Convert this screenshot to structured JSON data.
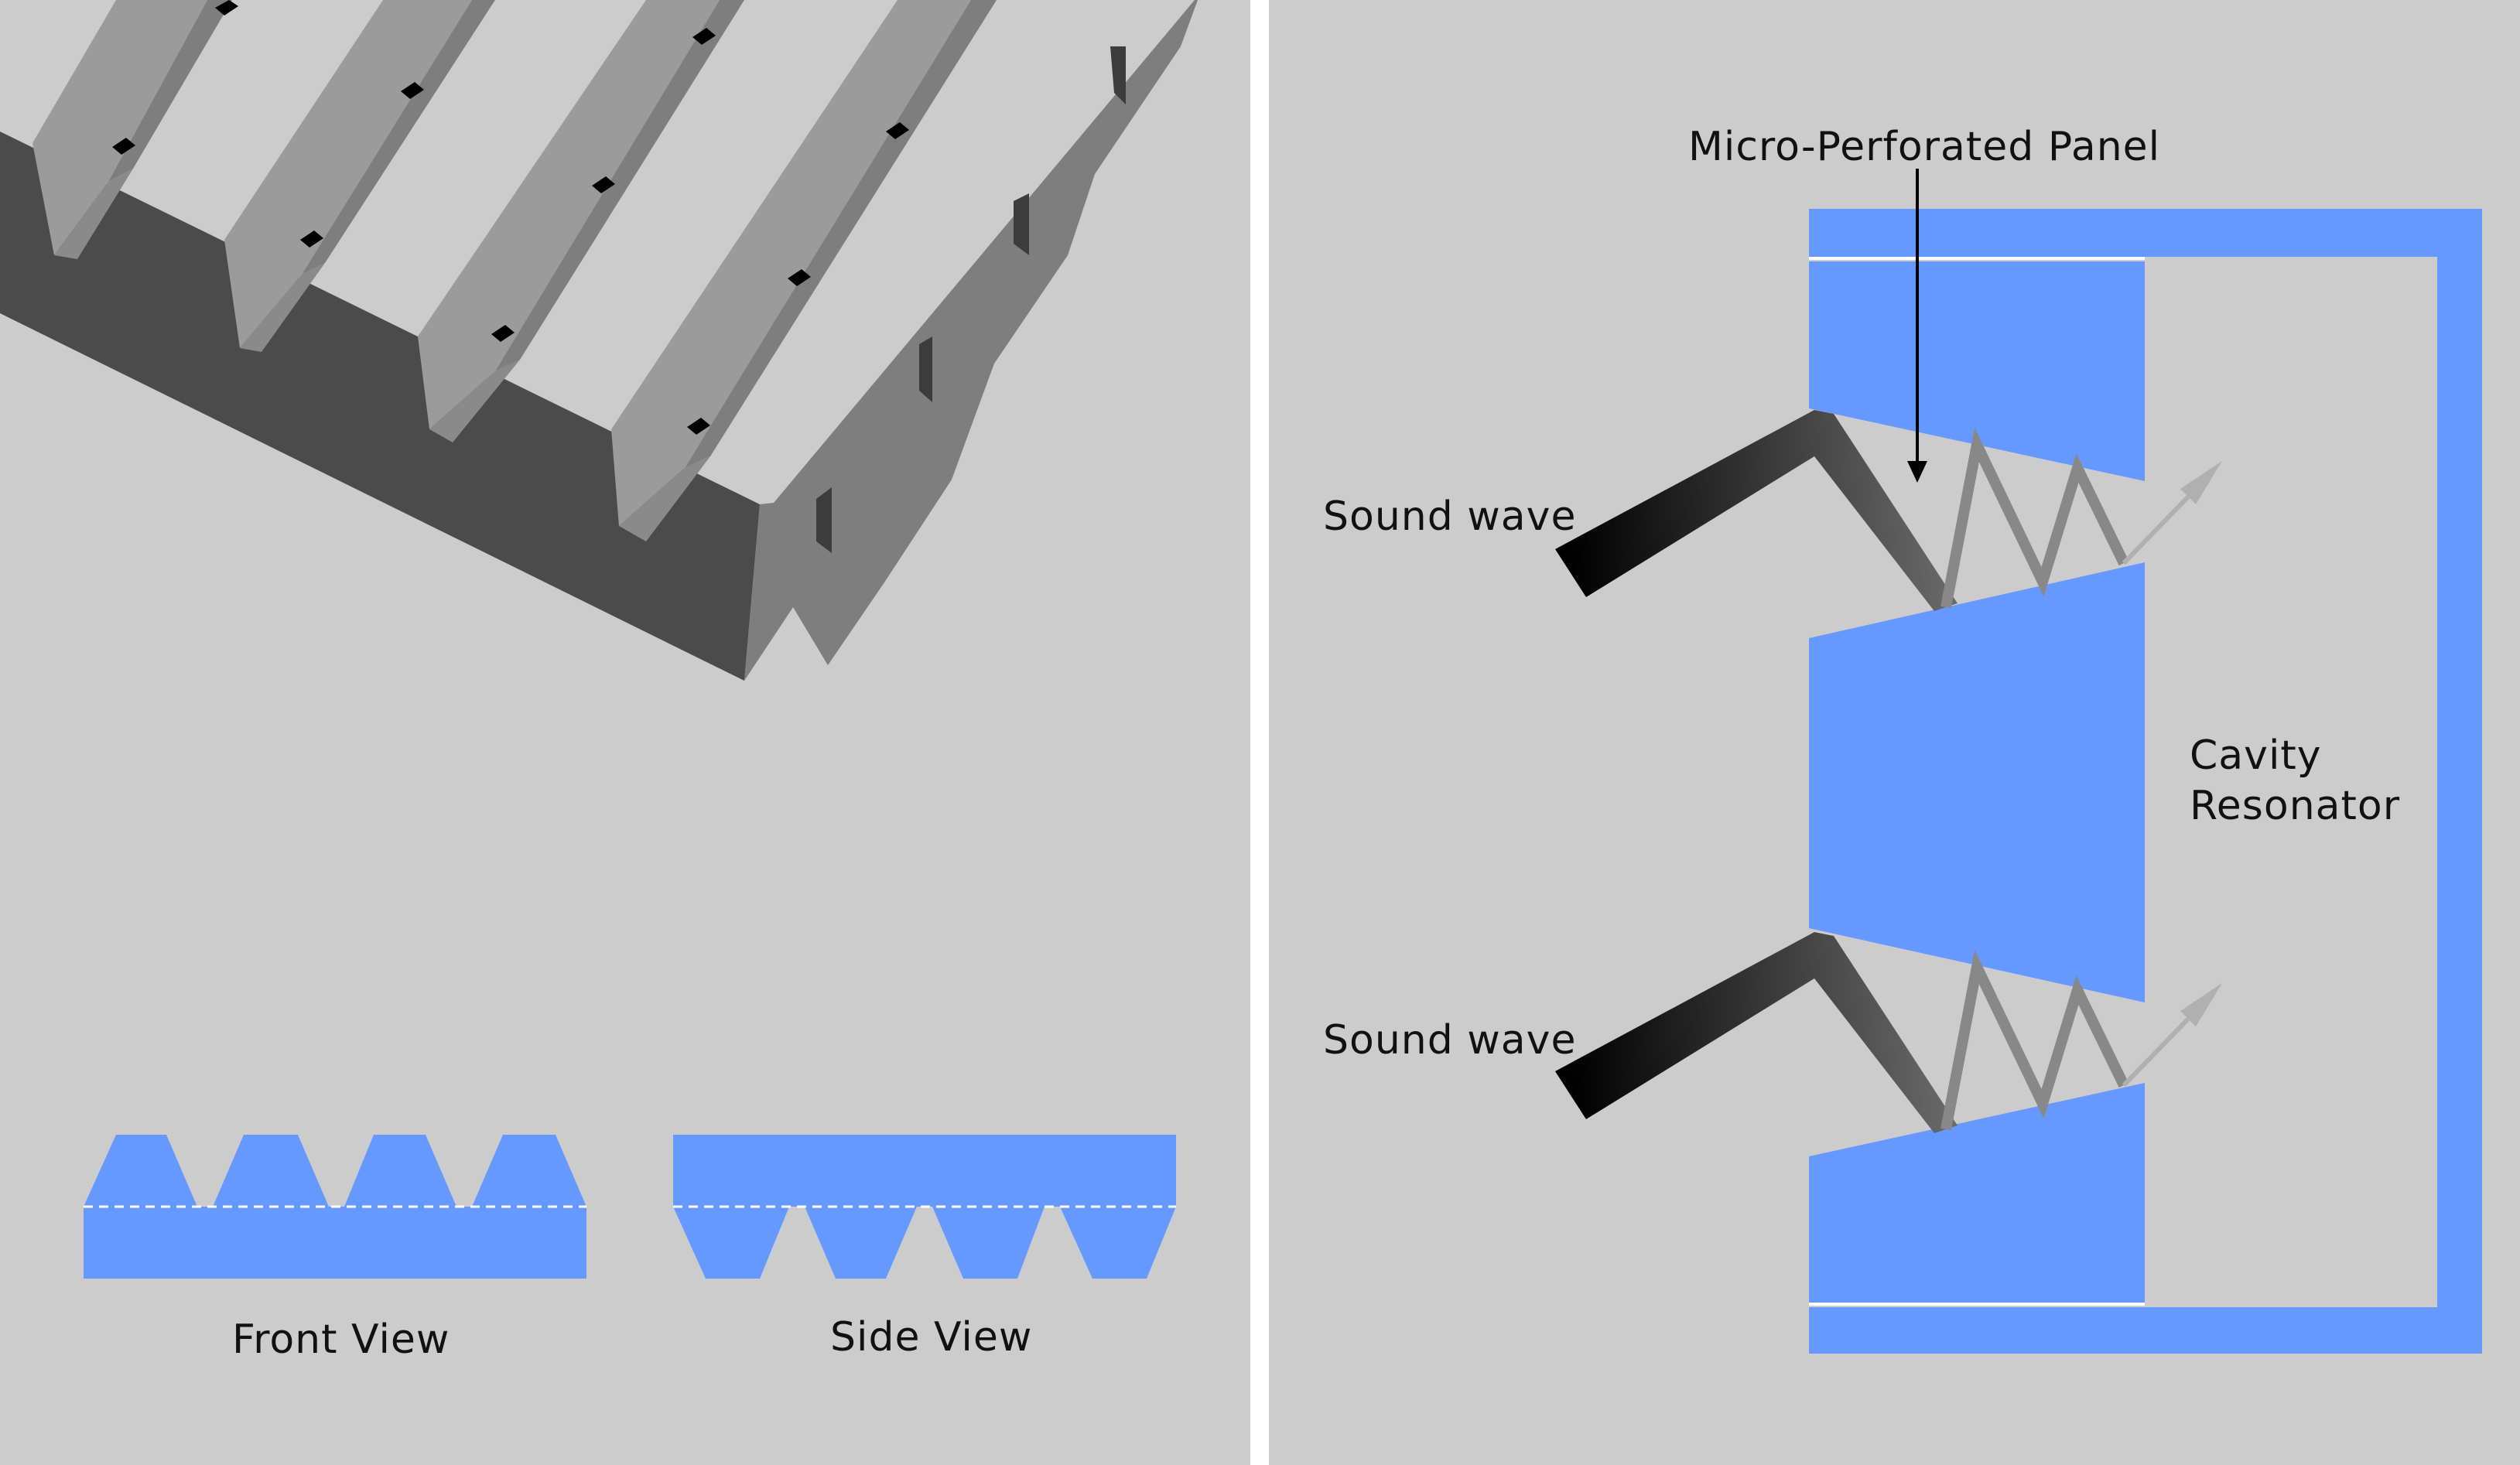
{
  "figure": {
    "left_panel": {
      "front_view_label": "Front View",
      "side_view_label": "Side View"
    },
    "right_panel": {
      "panel_label": "Micro-Perforated Panel",
      "sound_wave_label_top": "Sound wave",
      "sound_wave_label_bottom": "Sound wave",
      "cavity_label_line1": "Cavity",
      "cavity_label_line2": "Resonator"
    }
  },
  "colors": {
    "panel_background": "#cccccc",
    "divider": "#ffffff",
    "material_blue": "#6699ff",
    "base_dark": "#4b4b4b",
    "ridge_light": "#9b9b9b",
    "ridge_mid": "#7e7e7e",
    "ridge_shadow": "#3c3c3c",
    "perforation": "#000000",
    "label_text": "#111111"
  },
  "icons": {
    "panel_pointer": "down-arrow-icon",
    "reflected_wave": "diagonal-arrow-icon"
  }
}
